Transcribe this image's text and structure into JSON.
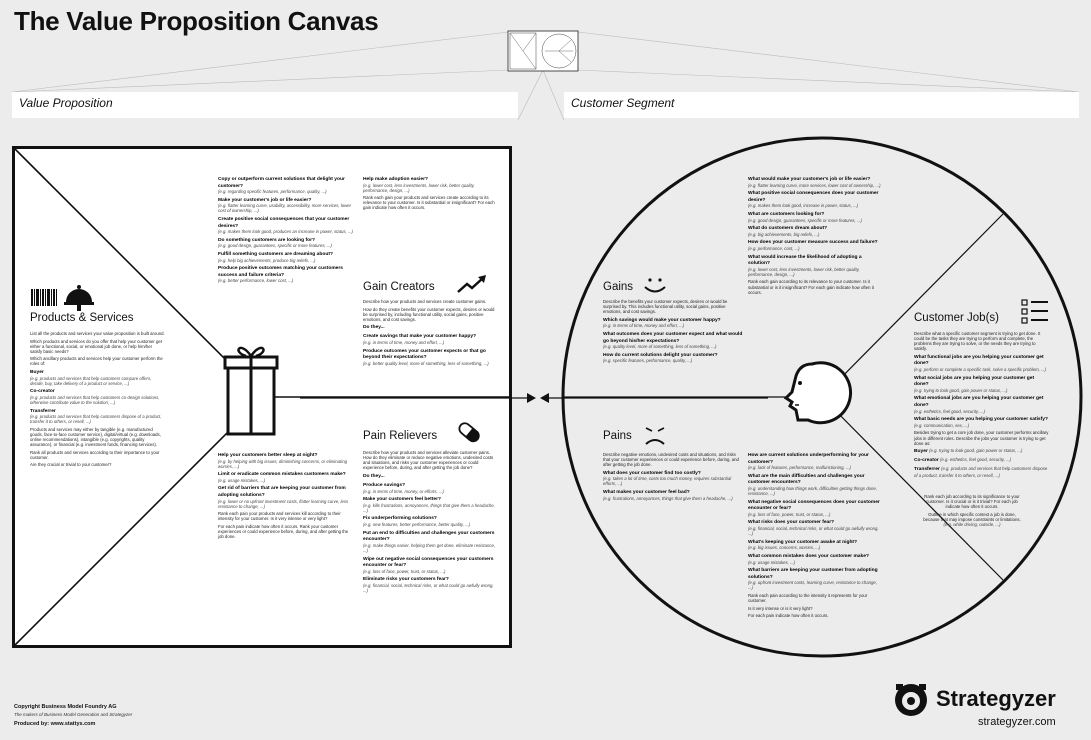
{
  "title": "The Value Proposition Canvas",
  "vp_label": "Value Proposition",
  "cs_label": "Customer Segment",
  "products": {
    "title": "Products & Services",
    "intro": "List all the products and services your value proposition is built around.",
    "q1": "Which products and services do you offer that help your customer get either a functional, social, or emotional job done, or help him/her satisfy basic needs?",
    "q2": "Which ancillary products and services help your customer perform the roles of:",
    "buyer_h": "Buyer",
    "buyer_t": "(e.g. products and services that help customers compare offers, decide, buy, take delivery of a product or service, ...)",
    "cocreator_h": "Co-creator",
    "cocreator_t": "(e.g. products and services that help customers co-design solutions, otherwise contribute value to the solution, ...)",
    "transferrer_h": "Transferrer",
    "transferrer_t": "(e.g. products and services that help customers dispose of a product, transfer it to others, or resell, ...)",
    "p3": "Products and services may either by tangible (e.g. manufactured goods, face-to-face customer service), digital/virtual (e.g. downloads, online recommendations), intangible (e.g. copyrights, quality assurance), or financial (e.g. investment funds, financing services).",
    "p4": "Rank all products and services according to their importance to your customer.",
    "p5": "Are they crucial or trivial to your customer?"
  },
  "gain_creators": {
    "title": "Gain Creators",
    "col1": [
      {
        "q": "Copy or outperform current solutions that delight your customer?",
        "e": "(e.g. regarding specific features, performance, quality, ...)"
      },
      {
        "q": "Make your customer's job or life easier?",
        "e": "(e.g. flatter learning curve, usability, accessibility, more services, lower cost of ownership, ...)"
      },
      {
        "q": "Create positive social consequences that your customer desires?",
        "e": "(e.g. makes them look good, produces an increase in power, status, ...)"
      },
      {
        "q": "Do something customers are looking for?",
        "e": "(e.g. good design, guarantees, specific or more features, ...)"
      },
      {
        "q": "Fulfill something customers are dreaming about?",
        "e": "(e.g. help big achievements, produce big reliefs, ...)"
      },
      {
        "q": "Produce positive outcomes matching your customers success and failure criteria?",
        "e": "(e.g. better performance, lower cost, ...)"
      }
    ],
    "col2_q1": "Help make adoption easier?",
    "col2_e1": "(e.g. lower cost, less investments, lower risk, better quality, performance, design, ...)",
    "col2_rank": "Rank each gain your products and services create according to its relevance to your customer. Is it substantial or insignificant? For each gain indicate how often it occurs.",
    "desc": "Describe how your products and services create customer gains.",
    "desc2": "How do they create benefits your customer expects, desires or would be surprised by, including functional utility, social gains, positive emotions, and cost savings.",
    "d1": "Do they...",
    "d2": "Create savings that make your customer happy?",
    "d2e": "(e.g. in terms of time, money and effort, ...)",
    "d3": "Produce outcomes your customer expects or that go beyond their expectations?",
    "d3e": "(e.g. better quality level, more of something, less of something, ...)"
  },
  "pain_relievers": {
    "title": "Pain Relievers",
    "col1": [
      {
        "q": "Help your customers better sleep at night?",
        "e": "(e.g. by helping with big issues, diminishing concerns, or eliminating worries, ...)"
      },
      {
        "q": "Limit or eradicate common mistakes customers make?",
        "e": "(e.g. usage mistakes, ...)"
      },
      {
        "q": "Get rid of barriers that are keeping your customer from adopting solutions?",
        "e": "(e.g. lower or no upfront investment costs, flatter learning curve, less resistance to change, ...)"
      }
    ],
    "rank": "Rank each pain your products and services kill according to their intensity for your customer. Is it very intense or very light?",
    "freq": "For each pain indicate how often it occurs. Rank your customer experiences or could experience before, during, and after getting the job done.",
    "desc": "Describe how your products and services alleviate customer pains. How do they eliminate or reduce negative emotions, undesired costs and situations, and risks your customer experiences or could experience before, during, and after getting the job done?",
    "d1": "Do they...",
    "col2": [
      {
        "q": "Produce savings?",
        "e": "(e.g. in terms of time, money, or efforts, ...)"
      },
      {
        "q": "Make your customers feel better?",
        "e": "(e.g. kills frustrations, annoyances, things that give them a headache, ...)"
      },
      {
        "q": "Fix underperforming solutions?",
        "e": "(e.g. new features, better performance, better quality, ...)"
      },
      {
        "q": "Put an end to difficulties and challenges your customers encounter?",
        "e": "(e.g. make things easier, helping them get done, eliminate resistance, ...)"
      },
      {
        "q": "Wipe out negative social consequences your customers encounter or fear?",
        "e": "(e.g. loss of face, power, trust, or status, ...)"
      },
      {
        "q": "Eliminate risks your customers fear?",
        "e": "(e.g. financial, social, technical risks, or what could go awfully wrong, ...)"
      }
    ]
  },
  "gains": {
    "title": "Gains",
    "desc": "Describe the benefits your customer expects, desires or would be surprised by. This includes functional utility, social gains, positive emotions, and cost savings.",
    "left": [
      {
        "q": "Which savings would make your customer happy?",
        "e": "(e.g. in terms of time, money and effort, ...)"
      },
      {
        "q": "What outcomes does your customer expect and what would go beyond his/her expectations?",
        "e": "(e.g. quality level, more of something, less of something, ...)"
      },
      {
        "q": "How do current solutions delight your customer?",
        "e": "(e.g. specific features, performance, quality, ...)"
      }
    ],
    "right": [
      {
        "q": "What would make your customer's job or life easier?",
        "e": "(e.g. flatter learning curve, more services, lower cost of ownership, ...)"
      },
      {
        "q": "What positive social consequences does your customer desire?",
        "e": "(e.g. makes them look good, increase in power, status, ...)"
      },
      {
        "q": "What are customers looking for?",
        "e": "(e.g. good design, guarantees, specific or more features, ...)"
      },
      {
        "q": "What do customers dream about?",
        "e": "(e.g. big achievements, big reliefs, ...)"
      },
      {
        "q": "How does your customer measure success and failure?",
        "e": "(e.g. performance, cost, ...)"
      },
      {
        "q": "What would increase the likelihood of adopting a solution?",
        "e": "(e.g. lower cost, less investments, lower risk, better quality, performance, design, ...)"
      }
    ],
    "rank": "Rank each gain according to its relevance to your customer. Is it substantial or is it insignificant? For each gain indicate how often it occurs."
  },
  "pains": {
    "title": "Pains",
    "desc": "Describe negative emotions, undesired costs and situations, and risks that your customer experiences or could experience before, during, and after getting the job done.",
    "left": [
      {
        "q": "What does your customer find too costly?",
        "e": "(e.g. takes a lot of time, costs too much money, requires substantial efforts, ...)"
      },
      {
        "q": "What makes your customer feel bad?",
        "e": "(e.g. frustrations, annoyances, things that give them a headache, ...)"
      }
    ],
    "right": [
      {
        "q": "How are current solutions underperforming for your customer?",
        "e": "(e.g. lack of features, performance, malfunctioning, ...)"
      },
      {
        "q": "What are the main difficulties and challenges your customer encounters?",
        "e": "(e.g. understanding how things work, difficulties getting things done, resistance, ...)"
      },
      {
        "q": "What negative social consequences does your customer encounter or fear?",
        "e": "(e.g. loss of face, power, trust, or status, ...)"
      },
      {
        "q": "What risks does your customer fear?",
        "e": "(e.g. financial, social, technical risks, or what could go awfully wrong, ...)"
      },
      {
        "q": "What's keeping your customer awake at night?",
        "e": "(e.g. big issues, concerns, worries, ...)"
      },
      {
        "q": "What common mistakes does your customer make?",
        "e": "(e.g. usage mistakes, ...)"
      },
      {
        "q": "What barriers are keeping your customer from adopting solutions?",
        "e": "(e.g. upfront investment costs, learning curve, resistance to change, ...)"
      }
    ],
    "rank": "Rank each pain according to the intensity it represents for your customer.",
    "rank2": "Is it very intense or is it very light?",
    "rank3": "For each pain indicate how often it occurs."
  },
  "jobs": {
    "title": "Customer Job(s)",
    "desc": "Describe what a specific customer segment is trying to get done. It could be the tasks they are trying to perform and complete, the problems they are trying to solve, or the needs they are trying to satisfy.",
    "items": [
      {
        "q": "What functional jobs are you helping your customer get done?",
        "e": "(e.g. perform or complete a specific task, solve a specific problem, ...)"
      },
      {
        "q": "What social jobs are you helping your customer get done?",
        "e": "(e.g. trying to look good, gain power or status, ...)"
      },
      {
        "q": "What emotional jobs are you helping your customer get done?",
        "e": "(e.g. esthetics, feel good, security, ...)"
      },
      {
        "q": "What basic needs are you helping your customer satisfy?",
        "e": "(e.g. communication, sex, ...)"
      }
    ],
    "roles": "Besides trying to get a core job done, your customer performs ancillary jobs in different roles. Describe the jobs your customer is trying to get done as:",
    "buyer_h": "Buyer",
    "buyer_t": "(e.g. trying to look good, gain power or status, ...)",
    "cocreator_h": "Co-creator",
    "cocreator_t": "(e.g. esthetics, feel good, security, ...)",
    "transferrer_h": "Transferrer",
    "transferrer_t": "(e.g. products and services that help customers dispose of a product, transfer it to others, or resell, ...)",
    "rank": "Rank each job according to its significance to your customer. Is it crucial or is it trivial? For each job indicate how often it occurs.",
    "outline": "Outline in which specific context a job is done, because that may impose constraints or limitations.",
    "outline2": "(e.g. while driving, outside, ...)"
  },
  "footer": {
    "copyright": "Copyright Business Model Foundry AG",
    "sub": "The makers of Business Model Generation and Strategyzer",
    "produced": "Produced by: www.stattys.com",
    "brand": "Strategyzer",
    "url": "strategyzer.com"
  },
  "icons": {
    "barcode": "barcode-icon",
    "cloche": "cloche-icon",
    "gift": "gift-icon",
    "trend": "trend-up-icon",
    "pill": "pill-icon",
    "smile": "smile-icon",
    "frown": "frown-icon",
    "face": "face-profile-icon",
    "checklist": "checklist-icon",
    "logo": "strategyzer-logo-icon"
  }
}
